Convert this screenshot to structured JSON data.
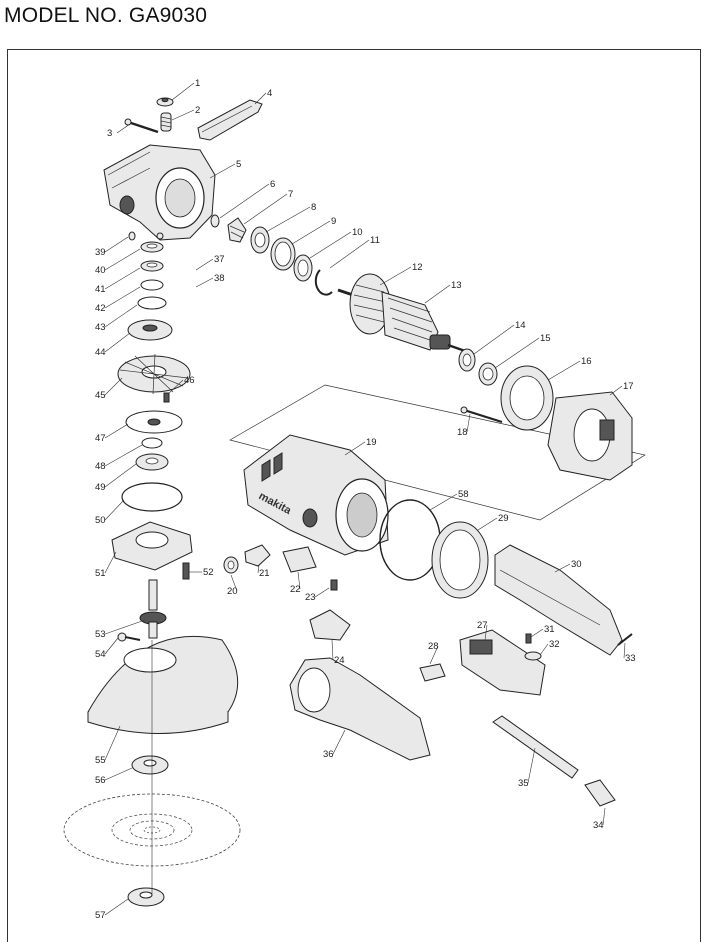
{
  "header": {
    "title": "MODEL NO. GA9030"
  },
  "logo": {
    "text": "makita"
  },
  "parts": [
    {
      "n": "1"
    },
    {
      "n": "2"
    },
    {
      "n": "3"
    },
    {
      "n": "4"
    },
    {
      "n": "5"
    },
    {
      "n": "6"
    },
    {
      "n": "7"
    },
    {
      "n": "8"
    },
    {
      "n": "9"
    },
    {
      "n": "10"
    },
    {
      "n": "11"
    },
    {
      "n": "12"
    },
    {
      "n": "13"
    },
    {
      "n": "14"
    },
    {
      "n": "15"
    },
    {
      "n": "16"
    },
    {
      "n": "17"
    },
    {
      "n": "18"
    },
    {
      "n": "19"
    },
    {
      "n": "20"
    },
    {
      "n": "21"
    },
    {
      "n": "22"
    },
    {
      "n": "23"
    },
    {
      "n": "24"
    },
    {
      "n": "27"
    },
    {
      "n": "28"
    },
    {
      "n": "29"
    },
    {
      "n": "30"
    },
    {
      "n": "31"
    },
    {
      "n": "32"
    },
    {
      "n": "33"
    },
    {
      "n": "34"
    },
    {
      "n": "35"
    },
    {
      "n": "36"
    },
    {
      "n": "37"
    },
    {
      "n": "38"
    },
    {
      "n": "39"
    },
    {
      "n": "40"
    },
    {
      "n": "41"
    },
    {
      "n": "42"
    },
    {
      "n": "43"
    },
    {
      "n": "44"
    },
    {
      "n": "45"
    },
    {
      "n": "46"
    },
    {
      "n": "47"
    },
    {
      "n": "48"
    },
    {
      "n": "49"
    },
    {
      "n": "50"
    },
    {
      "n": "51"
    },
    {
      "n": "52"
    },
    {
      "n": "53"
    },
    {
      "n": "54"
    },
    {
      "n": "55"
    },
    {
      "n": "56"
    },
    {
      "n": "57"
    },
    {
      "n": "58"
    }
  ]
}
